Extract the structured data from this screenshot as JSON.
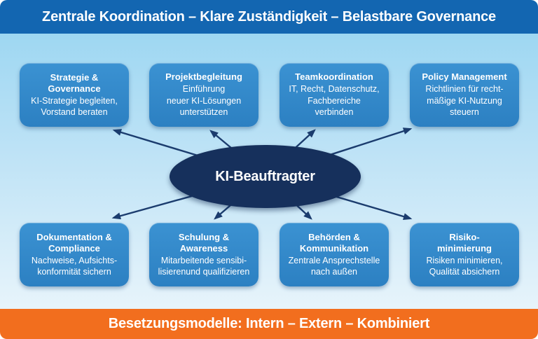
{
  "header": {
    "title": "Zentrale Koordination – Klare Zuständigkeit – Belastbare Governance"
  },
  "footer": {
    "title": "Besetzungsmodelle: Intern – Extern – Kombiniert"
  },
  "center_node": {
    "label": "KI-Beauftragter"
  },
  "nodes": {
    "top": [
      {
        "title": "Strategie &\nGovernance",
        "body": "KI-Strategie begleiten,\nVorstand beraten"
      },
      {
        "title": "Projektbegleitung",
        "body": "Einführung\nneuer KI-Lösungen\nunterstützen"
      },
      {
        "title": "Teamkoordination",
        "body": "IT, Recht, Datenschutz,\nFachbereiche\nverbinden"
      },
      {
        "title": "Policy Management",
        "body": "Richtlinien für recht-\nmäßige KI-Nutzung\nsteuern"
      }
    ],
    "bottom": [
      {
        "title": "Dokumentation &\nCompliance",
        "body": "Nachweise, Aufsichts-\nkonformität sichern"
      },
      {
        "title": "Schulung &\nAwareness",
        "body": "Mitarbeitende sensibi-\nlisierenund qualifizieren"
      },
      {
        "title": "Behörden &\nKommunikation",
        "body": "Zentrale Ansprechstelle\nnach außen"
      },
      {
        "title": "Risiko-\nminimierung",
        "body": "Risiken minimieren,\nQualität absichern"
      }
    ]
  },
  "colors": {
    "banner_blue": "#1366B1",
    "node_blue": "#2F86C8",
    "center_navy": "#16305C",
    "arrow_navy": "#1B3C6E",
    "footer_orange": "#F26E1E",
    "background_top": "#9ED7F2",
    "background_bottom": "#E7F4FB"
  }
}
